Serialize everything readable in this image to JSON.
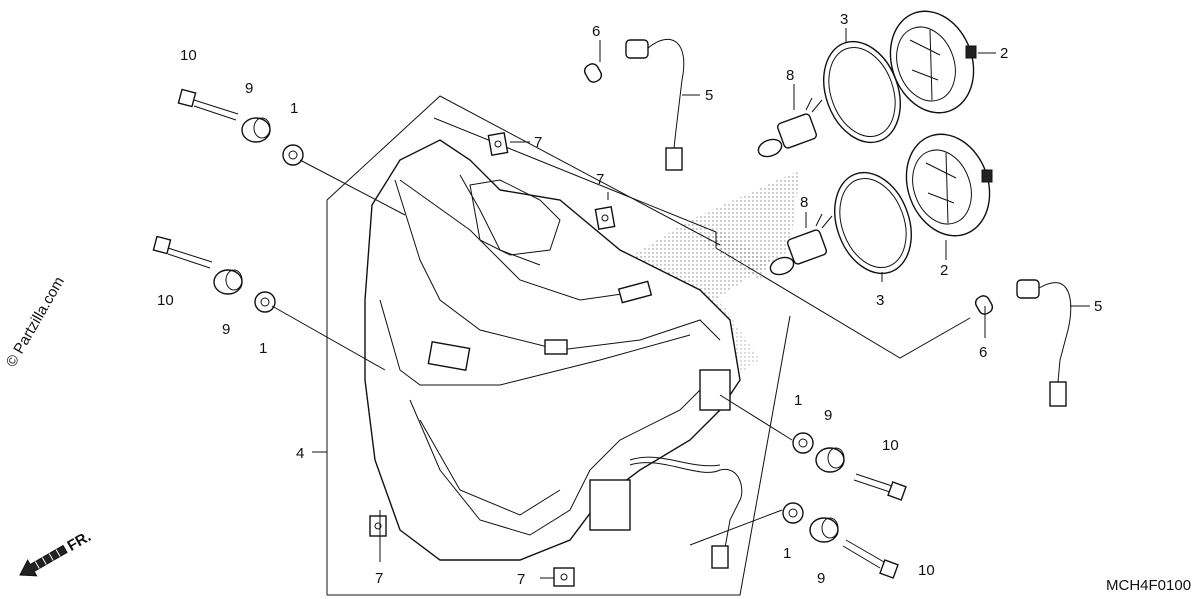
{
  "watermark": "© Partzilla.com",
  "diagram_code": "MCH4F0100",
  "direction_label": "FR.",
  "callouts": {
    "c1a": "1",
    "c1b": "1",
    "c1c": "1",
    "c1d": "1",
    "c2a": "2",
    "c2b": "2",
    "c3a": "3",
    "c3b": "3",
    "c4": "4",
    "c5a": "5",
    "c5b": "5",
    "c6a": "6",
    "c6b": "6",
    "c7a": "7",
    "c7b": "7",
    "c7c": "7",
    "c7d": "7",
    "c8a": "8",
    "c8b": "8",
    "c9a": "9",
    "c9b": "9",
    "c9c": "9",
    "c9d": "9",
    "c10a": "10",
    "c10b": "10",
    "c10c": "10",
    "c10d": "10"
  }
}
